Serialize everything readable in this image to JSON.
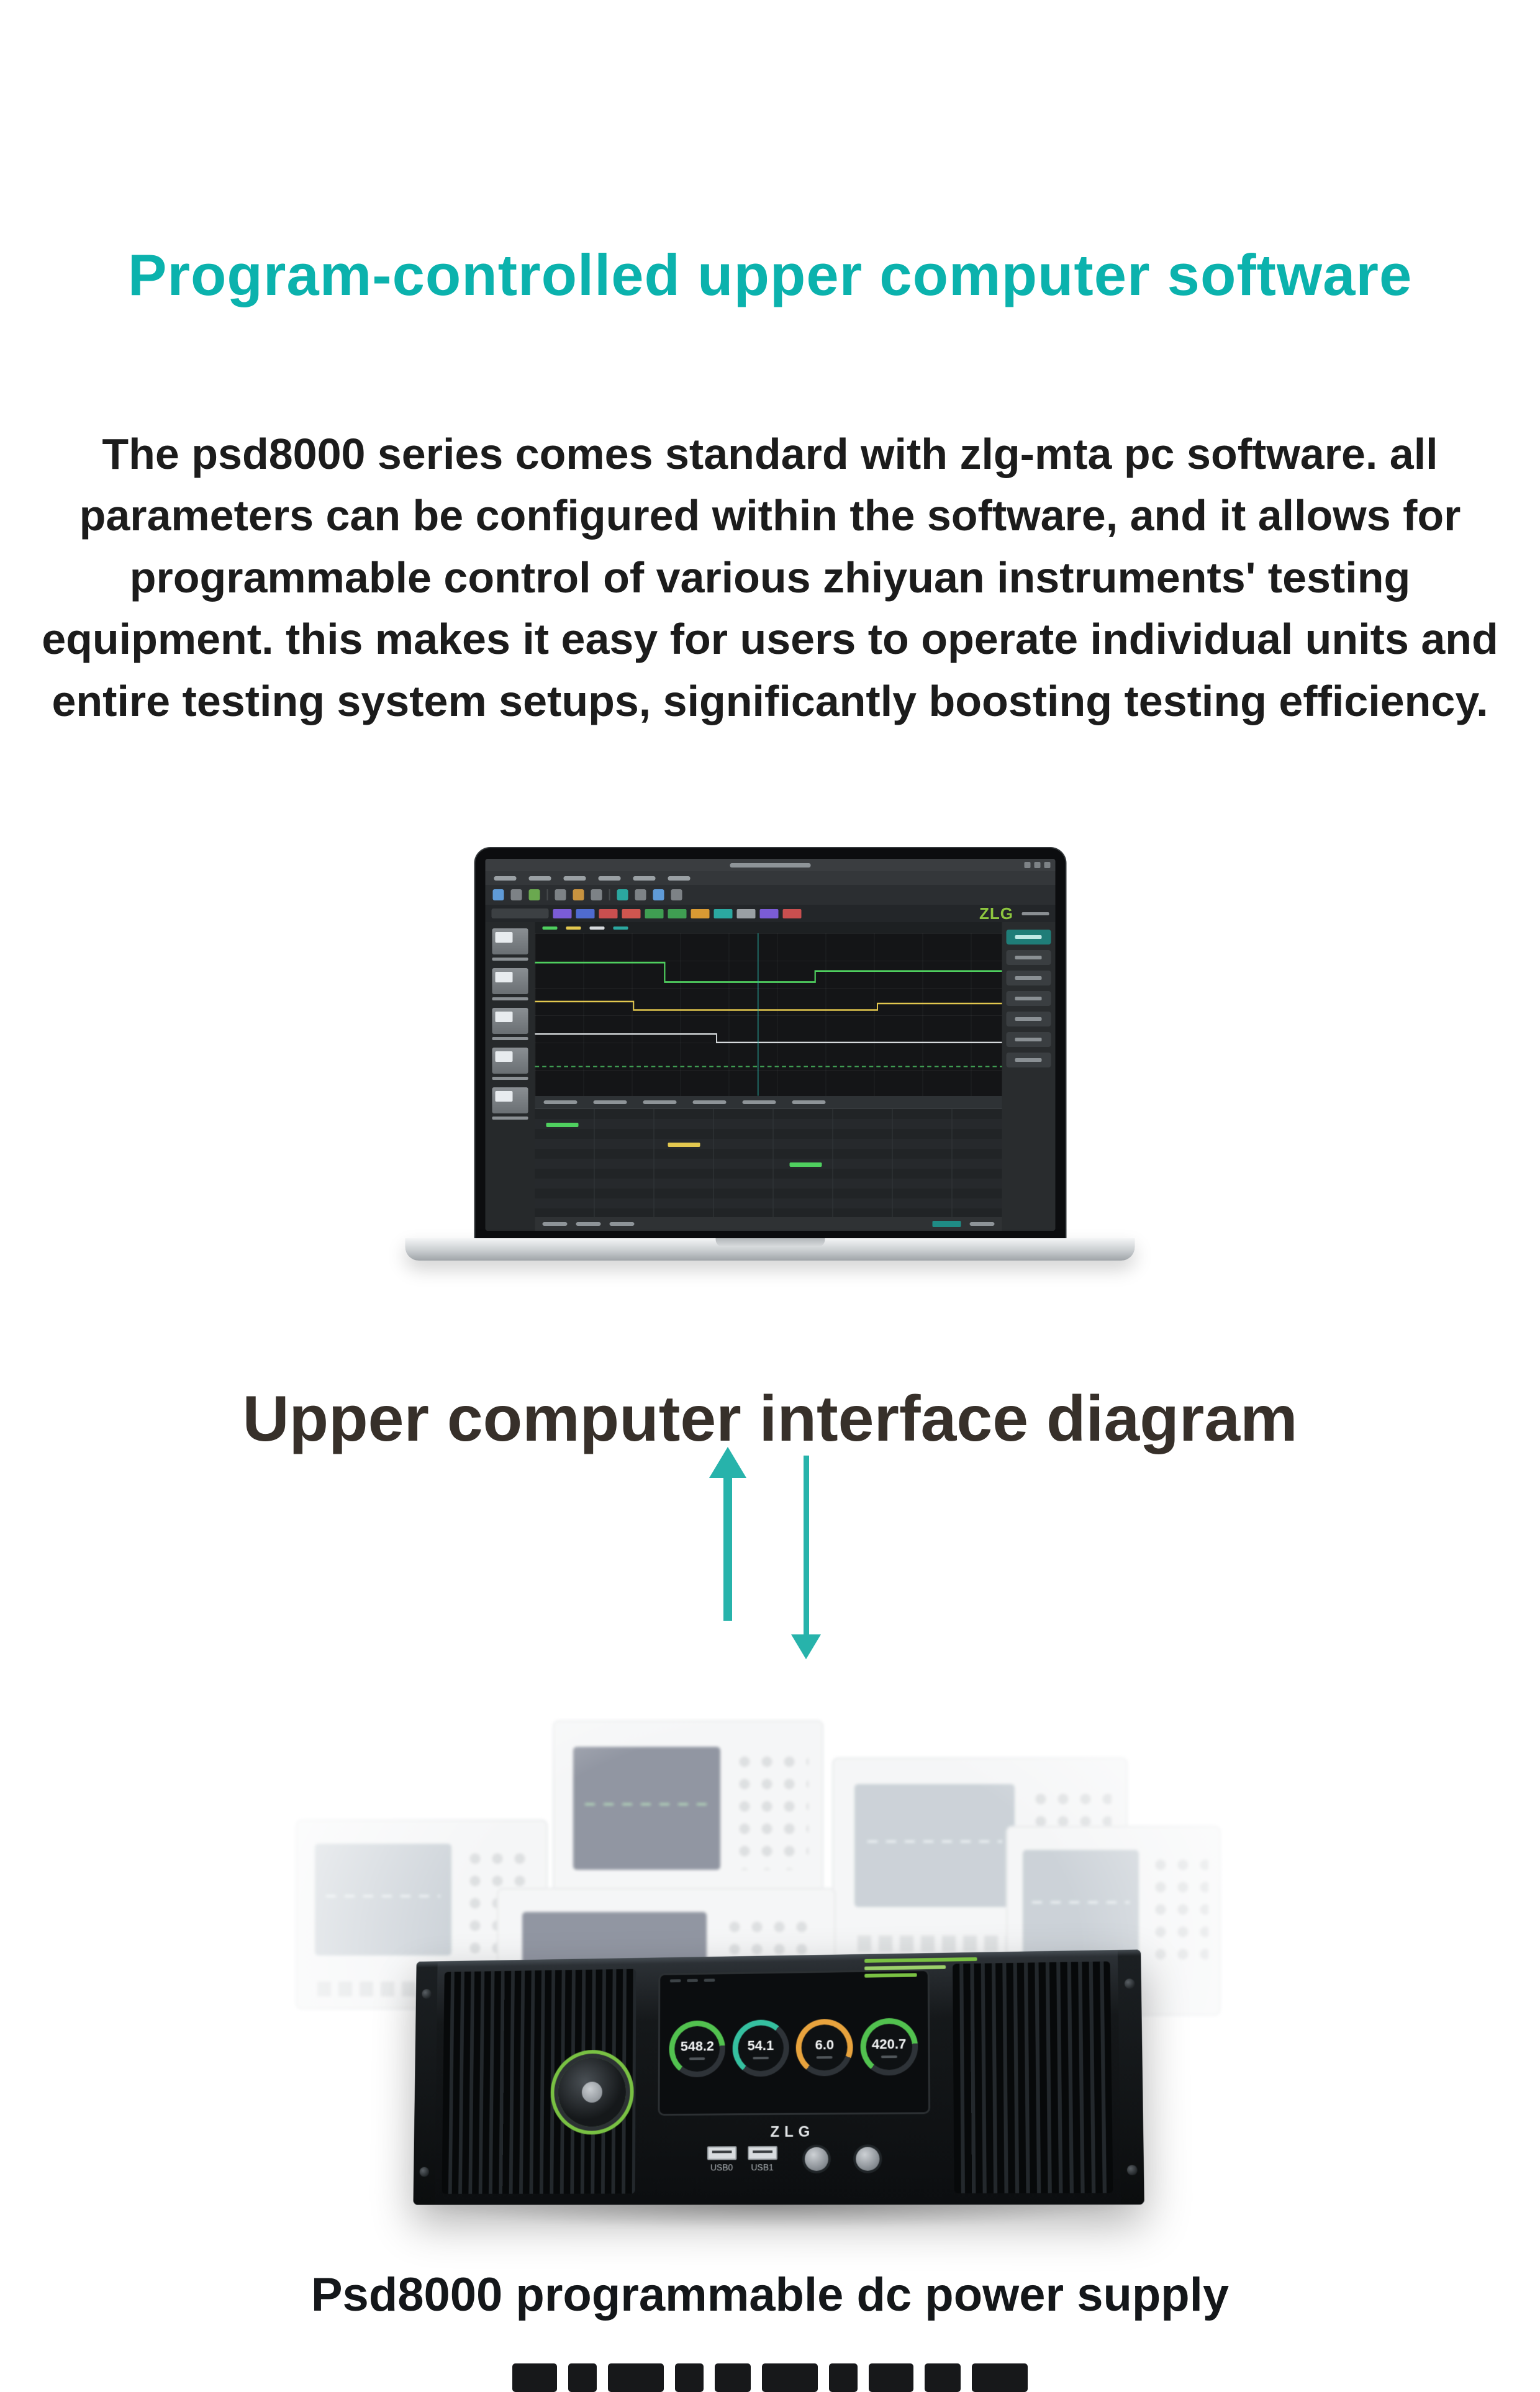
{
  "page": {
    "heading": "Program-controlled upper computer software",
    "intro": "The psd8000 series comes standard with zlg-mta pc software. all parameters can be configured within the software, and it allows for programmable control of various zhiyuan instruments' testing equipment. this makes it easy for users to operate individual units and entire testing system setups, significantly boosting testing efficiency.",
    "interface_caption": "Upper computer interface diagram",
    "device_caption": "Psd8000 programmable dc power supply"
  },
  "colors": {
    "heading_teal": "#0bb2ad",
    "arrow_teal": "#27b3ab",
    "body_text": "#1c1c1c",
    "subheading_text": "#37302a",
    "logo_green": "#8dc63f",
    "gauge_green": "#52c24f",
    "gauge_teal": "#35c0a0",
    "gauge_orange": "#e8a33d"
  },
  "laptop": {
    "logo": "ZLG"
  },
  "device": {
    "brand": "ZLG",
    "gauges": [
      {
        "value": "548.2"
      },
      {
        "value": "54.1"
      },
      {
        "value": "6.0"
      },
      {
        "value": "420.7"
      }
    ],
    "usb_labels": [
      "USB0",
      "USB1"
    ]
  }
}
